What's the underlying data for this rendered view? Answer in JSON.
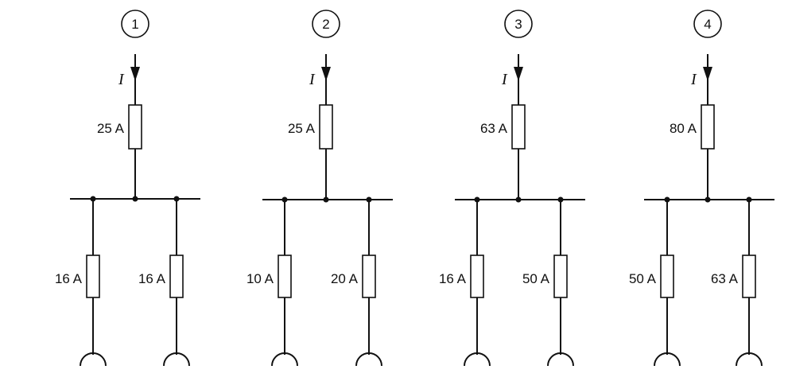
{
  "current_symbol": "I",
  "circuits": [
    {
      "number": "1",
      "main_fuse": "25 A",
      "branch_fuses": [
        "16 A",
        "16 A"
      ]
    },
    {
      "number": "2",
      "main_fuse": "25 A",
      "branch_fuses": [
        "10 A",
        "20 A"
      ]
    },
    {
      "number": "3",
      "main_fuse": "63 A",
      "branch_fuses": [
        "16 A",
        "50 A"
      ]
    },
    {
      "number": "4",
      "main_fuse": "80 A",
      "branch_fuses": [
        "50 A",
        "63 A"
      ]
    }
  ]
}
